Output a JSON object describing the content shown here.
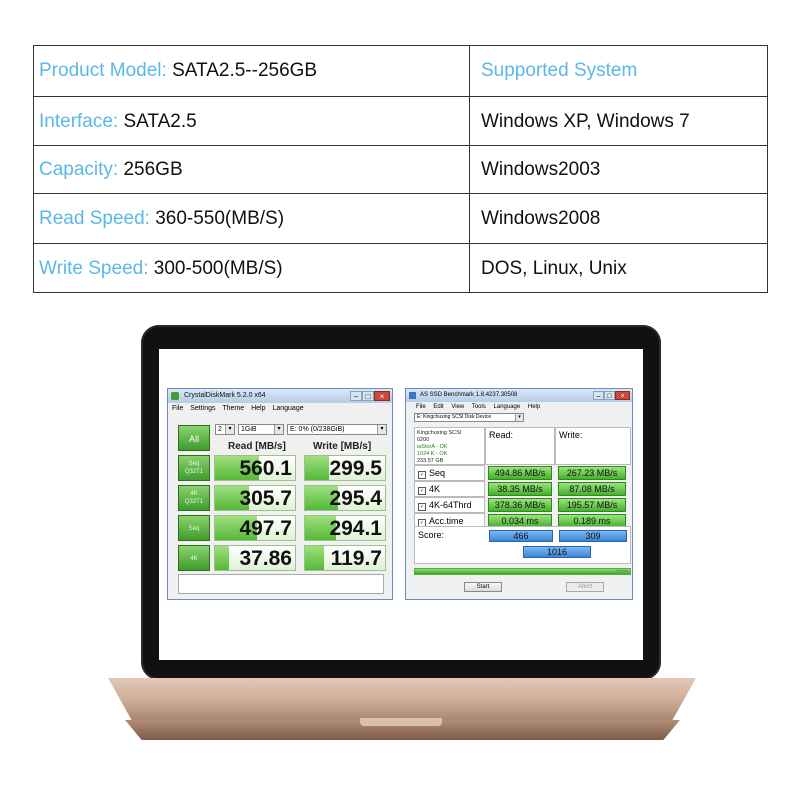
{
  "spec_table": {
    "rows": [
      {
        "label_key": "Product Model:",
        "label_value": "SATA2.5--256GB",
        "right": "Supported System"
      },
      {
        "label_key": "Interface:",
        "label_value": "SATA2.5",
        "right": "Windows XP, Windows 7"
      },
      {
        "label_key": "Capacity:",
        "label_value": "256GB",
        "right": "Windows2003"
      },
      {
        "label_key": "Read Speed:",
        "label_value": "360-550(MB/S)",
        "right": "Windows2008"
      },
      {
        "label_key": "Write Speed:",
        "label_value": "300-500(MB/S)",
        "right": "DOS, Linux, Unix"
      }
    ],
    "colors": {
      "key": "#5bb8e6",
      "text": "#111111"
    }
  },
  "crystaldiskmark": {
    "title": "CrystalDiskMark 5.2.0 x64",
    "menu": [
      "File",
      "Settings",
      "Theme",
      "Help",
      "Language"
    ],
    "count_select": "2",
    "size_select": "1GiB",
    "drive_select": "E: 0% (0/238GiB)",
    "all_button": "All",
    "read_header": "Read [MB/s]",
    "write_header": "Write [MB/s]",
    "tests": [
      {
        "name_line1": "Seq",
        "name_line2": "Q32T1",
        "read": "560.1",
        "write": "299.5",
        "read_fill": 0.55,
        "write_fill": 0.3
      },
      {
        "name_line1": "4K",
        "name_line2": "Q32T1",
        "read": "305.7",
        "write": "295.4",
        "read_fill": 0.42,
        "write_fill": 0.41
      },
      {
        "name_line1": "Seq",
        "name_line2": "",
        "read": "497.7",
        "write": "294.1",
        "read_fill": 0.53,
        "write_fill": 0.39
      },
      {
        "name_line1": "4K",
        "name_line2": "",
        "read": "37.86",
        "write": "119.7",
        "read_fill": 0.18,
        "write_fill": 0.24
      }
    ]
  },
  "as_ssd": {
    "title": "AS SSD Benchmark 1.8.4237.30508",
    "menu": [
      "File",
      "Edit",
      "View",
      "Tools",
      "Language",
      "Help"
    ],
    "drive": "E: Kingchuxing SCSI Disk Device",
    "info": [
      "Kingchuxing SCSI",
      "0200",
      "iaStorA - OK",
      "1024 K - OK",
      "233.57 GB"
    ],
    "read_header": "Read:",
    "write_header": "Write:",
    "tests": [
      {
        "label": "Seq",
        "read": "494.86 MB/s",
        "write": "267.23 MB/s"
      },
      {
        "label": "4K",
        "read": "38.35 MB/s",
        "write": "87.08 MB/s"
      },
      {
        "label": "4K-64Thrd",
        "read": "378.36 MB/s",
        "write": "195.57 MB/s"
      },
      {
        "label": "Acc.time",
        "read": "0.034 ms",
        "write": "0.189 ms"
      }
    ],
    "score_label": "Score:",
    "score_read": "466",
    "score_write": "309",
    "score_total": "1016",
    "progress_time": "----:--",
    "start_button": "Start",
    "abort_button": "Abort"
  }
}
